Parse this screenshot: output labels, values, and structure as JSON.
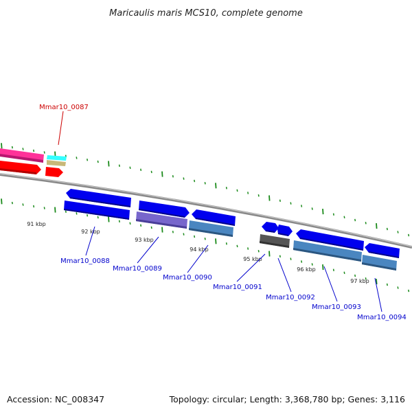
{
  "title": "Maricaulis maris MCS10, complete genome",
  "footer": {
    "accession": "Accession: NC_008347",
    "summary": "Topology: circular; Length: 3,368,780 bp; Genes: 3,116"
  },
  "kbp_labels": [
    "91 kbp",
    "92 kbp",
    "93 kbp",
    "94 kbp",
    "95 kbp",
    "96 kbp",
    "97 kbp"
  ],
  "genes": [
    {
      "id": "Mmar10_0087",
      "color": "#cc0000"
    },
    {
      "id": "Mmar10_0088",
      "color": "#0000cc"
    },
    {
      "id": "Mmar10_0089",
      "color": "#0000cc"
    },
    {
      "id": "Mmar10_0090",
      "color": "#0000cc"
    },
    {
      "id": "Mmar10_0091",
      "color": "#0000cc"
    },
    {
      "id": "Mmar10_0092",
      "color": "#0000cc"
    },
    {
      "id": "Mmar10_0093",
      "color": "#0000cc"
    },
    {
      "id": "Mmar10_0094",
      "color": "#0000cc"
    }
  ],
  "colors": {
    "backbone": "#8a8a8a",
    "ticks": "#1a8a1a",
    "pink": "#ff3399",
    "red": "#ff0000",
    "cyan": "#33ffff",
    "tan": "#c8b878",
    "blue": "#0000ee",
    "purple": "#7766cc",
    "steel": "#4a86c0",
    "gray": "#555555"
  }
}
